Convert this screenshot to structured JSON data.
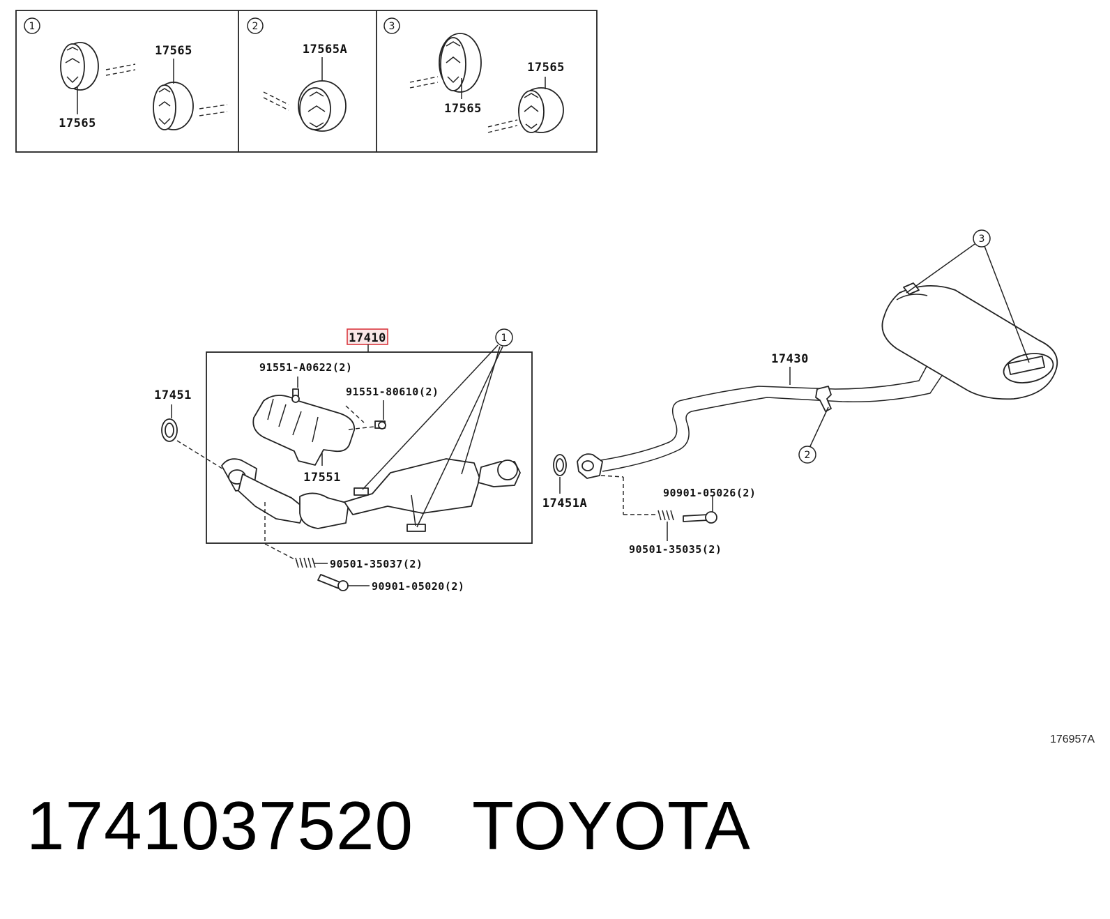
{
  "colors": {
    "line": "#222222",
    "highlight": "#d9363e",
    "background": "#ffffff"
  },
  "insets": [
    {
      "index": "1",
      "labels": [
        "17565",
        "17565"
      ]
    },
    {
      "index": "2",
      "labels": [
        "17565A"
      ]
    },
    {
      "index": "3",
      "labels": [
        "17565",
        "17565"
      ]
    }
  ],
  "parts": {
    "converter_assembly": "17410",
    "front_gasket": "17451",
    "rear_gasket": "17451A",
    "heat_insulator": "17551",
    "tail_pipe": "17430",
    "insulator_screw": "91551-A0622(2)",
    "insulator_bolt": "91551-80610(2)",
    "front_spring": "90501-35037(2)",
    "front_bolt": "90901-05020(2)",
    "rear_bolt": "90901-05026(2)",
    "rear_spring": "90501-35035(2)"
  },
  "callouts": {
    "one": "1",
    "two": "2",
    "three": "3"
  },
  "diagram_id": "176957A",
  "footer": {
    "part_number": "1741037520",
    "brand": "TOYOTA"
  }
}
